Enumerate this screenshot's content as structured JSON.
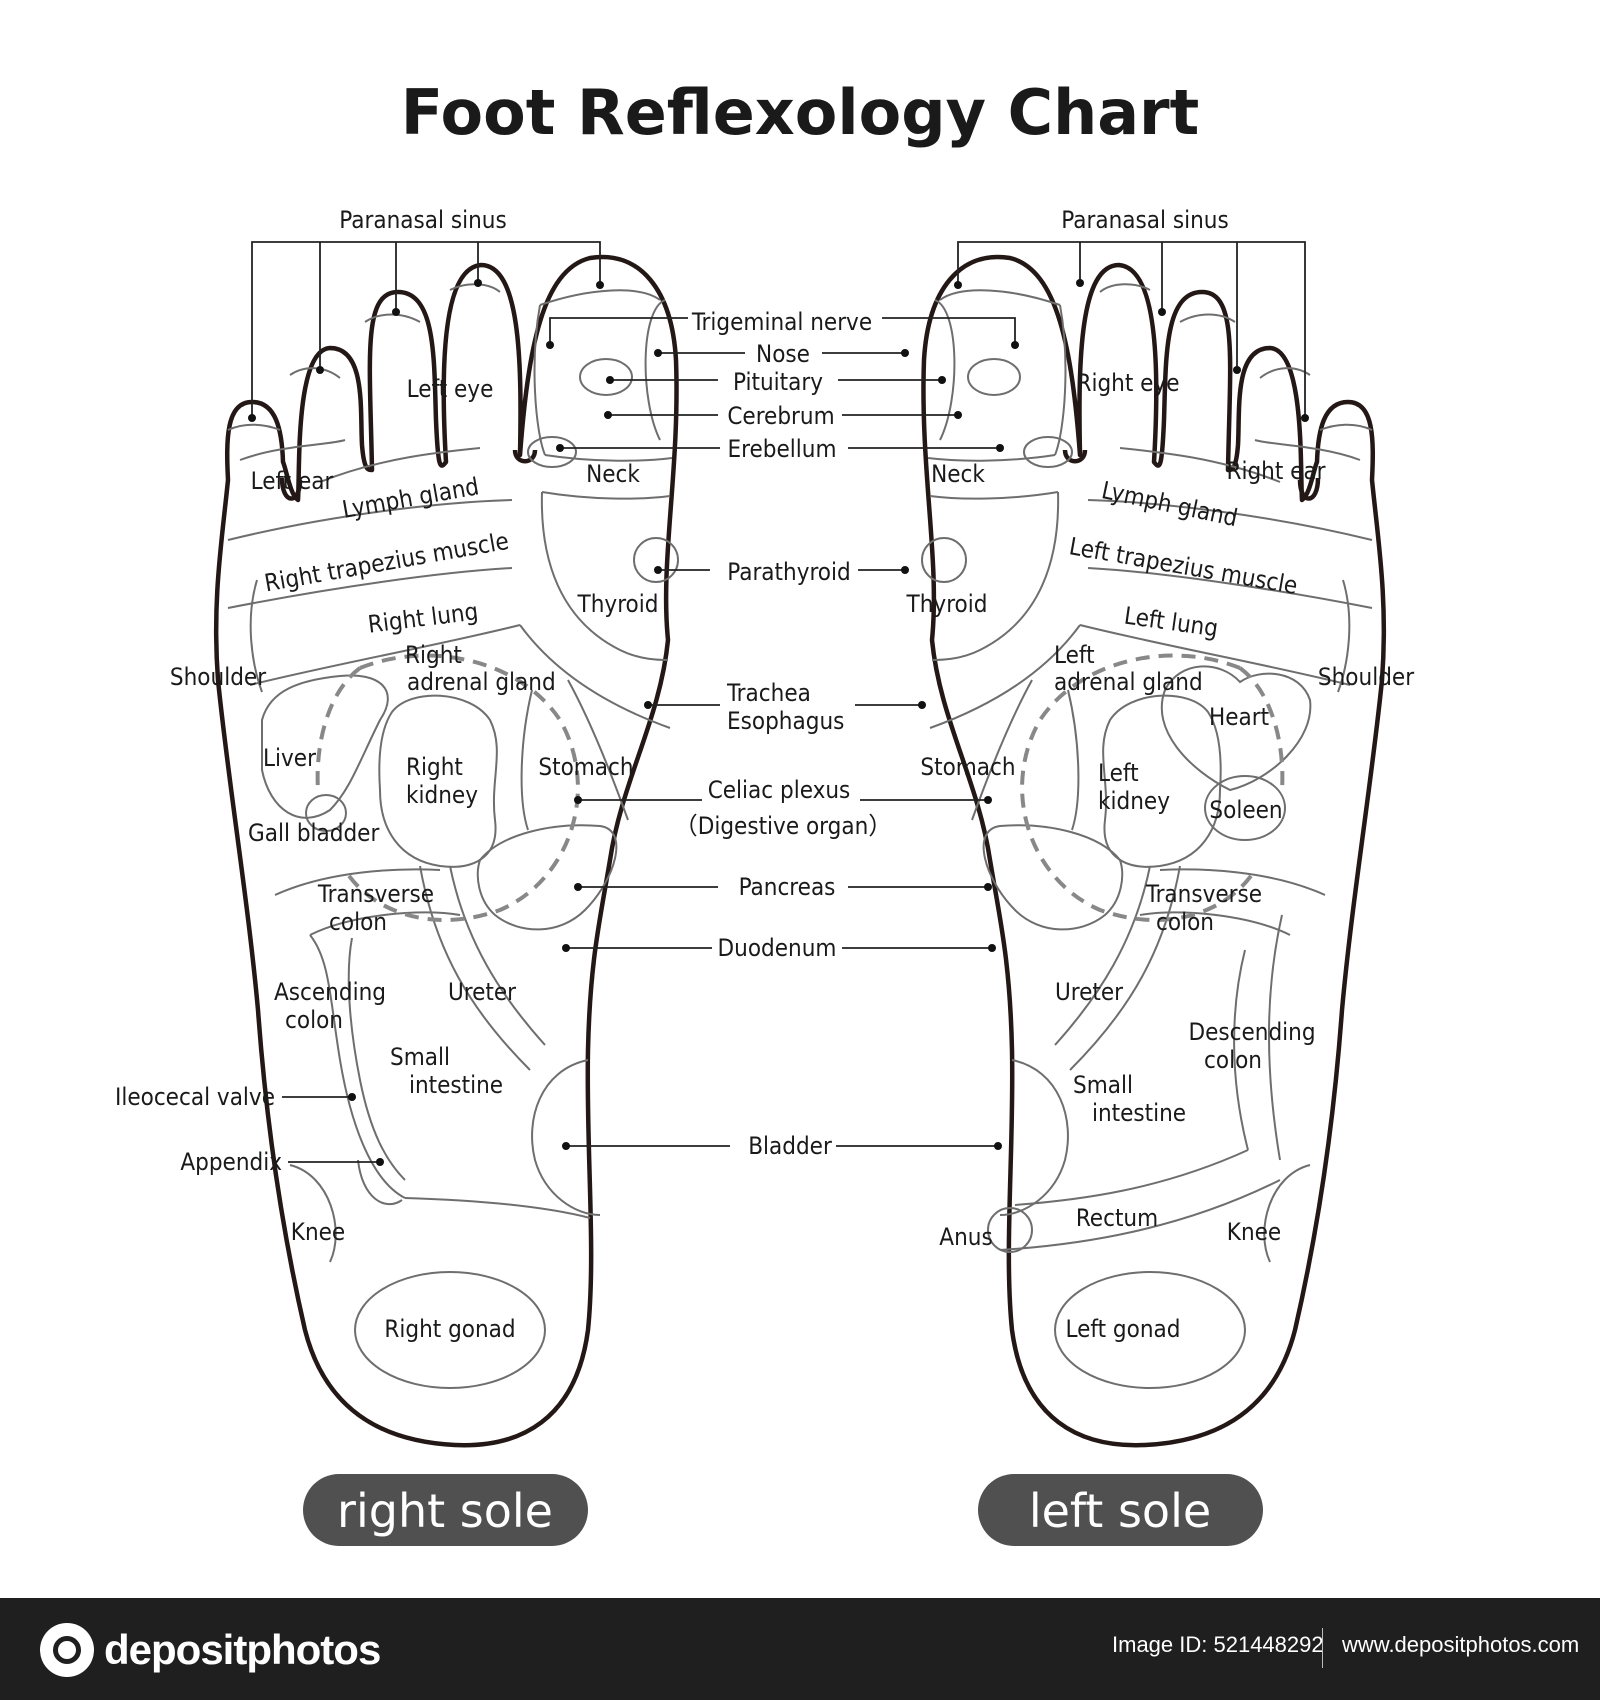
{
  "title": "Foot Reflexology Chart",
  "soles": {
    "right": "right sole",
    "left": "left sole"
  },
  "labels": {
    "paranasal_sinus": "Paranasal sinus",
    "trigeminal_nerve": "Trigeminal nerve",
    "nose": "Nose",
    "pituitary": "Pituitary",
    "cerebrum": "Cerebrum",
    "erebellum": "Erebellum",
    "parathyroid": "Parathyroid",
    "trachea": "Trachea",
    "esophagus": "Esophagus",
    "celiac_plexus": "Celiac plexus",
    "digestive_organ": "（Digestive organ）",
    "pancreas": "Pancreas",
    "duodenum": "Duodenum",
    "bladder": "Bladder",
    "neck": "Neck",
    "thyroid": "Thyroid",
    "stomach": "Stomach",
    "lymph_gland": "Lymph gland",
    "shoulder": "Shoulder",
    "ureter": "Ureter",
    "small": "Small",
    "intestine": "intestine",
    "transverse": "Transverse",
    "colon": "colon",
    "knee": "Knee",
    "left_eye": "Left eye",
    "left_ear": "Left ear",
    "right_trapezius_muscle": "Right trapezius muscle",
    "right_lung": "Right lung",
    "right": "Right",
    "adrenal_gland": "adrenal gland",
    "liver": "Liver",
    "kidney": "kidney",
    "gall_bladder": "Gall bladder",
    "ascending": "Ascending",
    "ileocecal_valve": "Ileocecal valve",
    "appendix": "Appendix",
    "right_gonad": "Right gonad",
    "right_eye": "Right eye",
    "right_ear": "Right ear",
    "left_trapezius_muscle": "Left trapezius muscle",
    "left_lung": "Left lung",
    "left": "Left",
    "heart": "Heart",
    "soleen": "Soleen",
    "descending": "Descending",
    "rectum": "Rectum",
    "anus": "Anus",
    "left_gonad": "Left gonad"
  },
  "footer": {
    "brand": "depositphotos",
    "image_id": "Image ID: 521448292",
    "website": "www.depositphotos.com"
  }
}
